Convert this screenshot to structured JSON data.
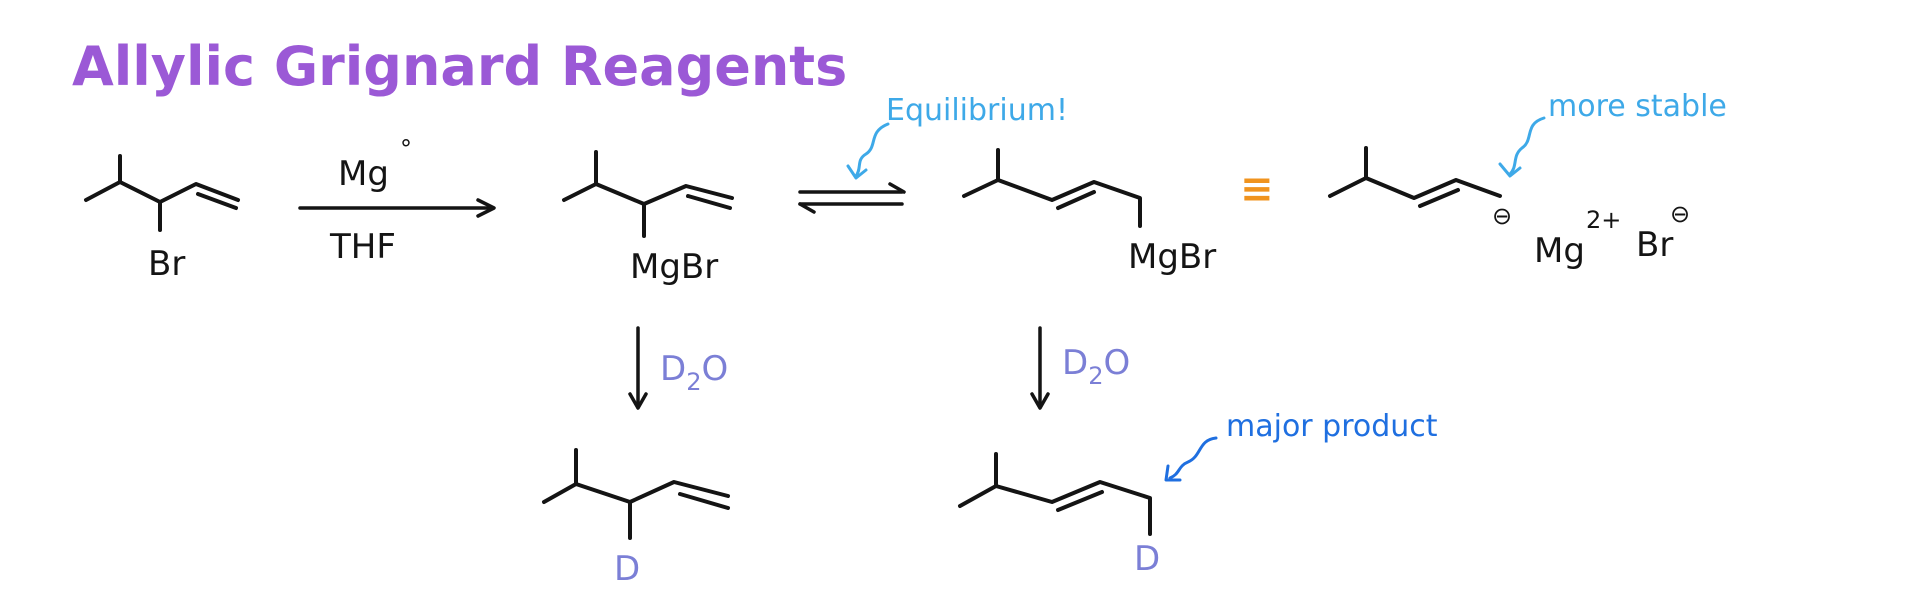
{
  "title": "Allylic Grignard Reagents",
  "reagents": {
    "metal": "Mg",
    "metal_degree": "°",
    "solvent": "THF"
  },
  "labels": {
    "br": "Br",
    "mgbr": "MgBr",
    "equiv": "≡",
    "anion_charge": "⊖",
    "mg_cation": "Mg",
    "mg_charge": "2+",
    "br_anion": "Br",
    "br_charge": "⊖",
    "d2o_d": "D",
    "d2o_sub": "2",
    "d2o_o": "O",
    "deuterium": "D"
  },
  "annotations": {
    "equilibrium": "Equilibrium!",
    "more_stable": "more stable",
    "major_product": "major product"
  },
  "colors": {
    "title": "#9b59d6",
    "annotation_light": "#3ea9e8",
    "annotation_dark": "#1f6fe0",
    "d2o": "#7b7fd6",
    "equiv": "#f0931e",
    "ink": "#141414"
  }
}
